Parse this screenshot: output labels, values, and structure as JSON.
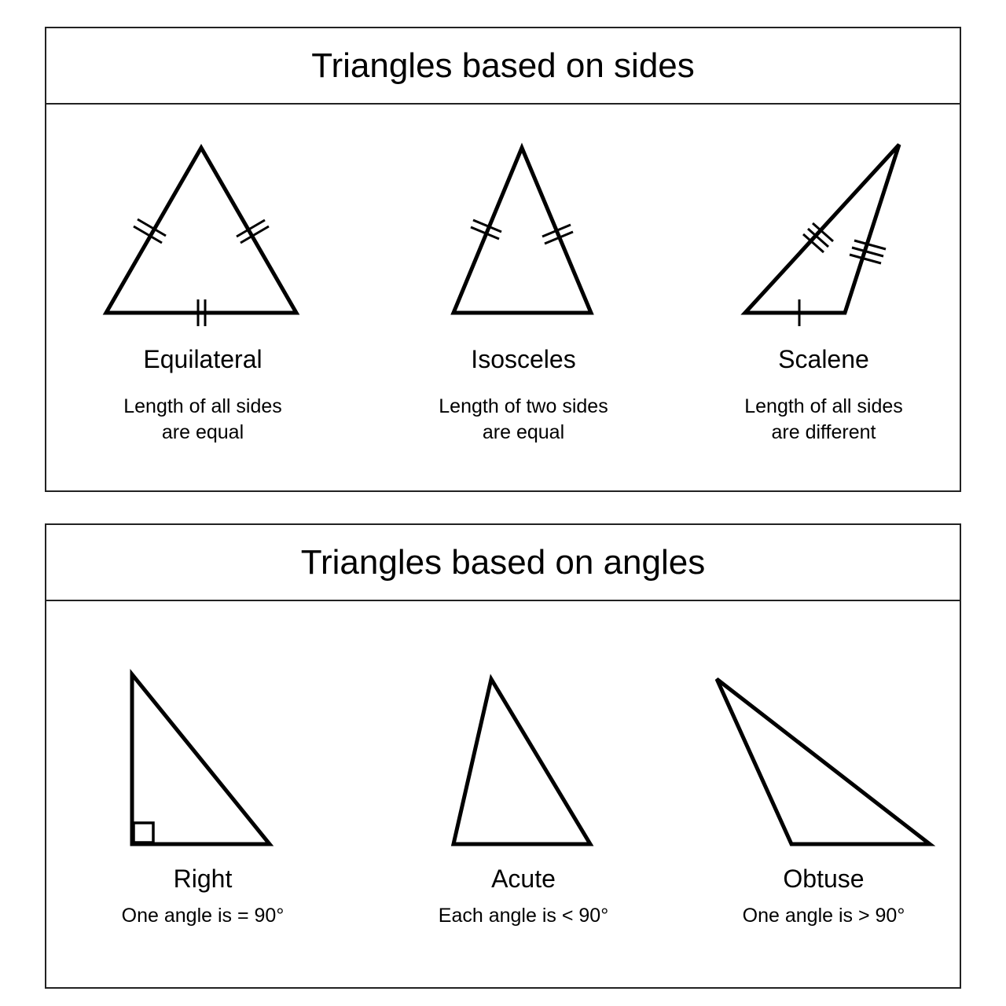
{
  "sides_panel": {
    "title": "Triangles based on sides",
    "items": [
      {
        "name": "Equilateral",
        "desc_line1": "Length of all sides",
        "desc_line2": "are equal"
      },
      {
        "name": "Isosceles",
        "desc_line1": "Length of two sides",
        "desc_line2": "are equal"
      },
      {
        "name": "Scalene",
        "desc_line1": "Length of all sides",
        "desc_line2": "are different"
      }
    ]
  },
  "angles_panel": {
    "title": "Triangles based on angles",
    "items": [
      {
        "name": "Right",
        "desc": "One angle is = 90°"
      },
      {
        "name": "Acute",
        "desc": "Each angle is < 90°"
      },
      {
        "name": "Obtuse",
        "desc": "One angle is > 90°"
      }
    ]
  },
  "colors": {
    "stroke": "#000000",
    "border": "#222222",
    "background": "#ffffff"
  }
}
